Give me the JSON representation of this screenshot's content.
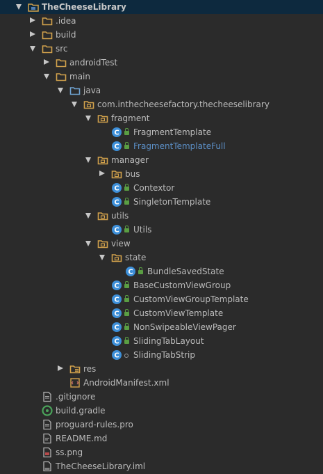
{
  "tree": {
    "rows": [
      {
        "label": "TheCheeseLibrary",
        "icon": "module-folder-icon",
        "arrow": "open",
        "level": 0,
        "bold": true,
        "selected": true
      },
      {
        "label": ".idea",
        "icon": "folder-icon",
        "arrow": "closed",
        "level": 1
      },
      {
        "label": "build",
        "icon": "folder-icon",
        "arrow": "closed",
        "level": 1
      },
      {
        "label": "src",
        "icon": "folder-icon",
        "arrow": "open",
        "level": 1
      },
      {
        "label": "androidTest",
        "icon": "folder-icon",
        "arrow": "closed",
        "level": 2
      },
      {
        "label": "main",
        "icon": "folder-icon",
        "arrow": "open",
        "level": 2
      },
      {
        "label": "java",
        "icon": "source-folder-icon",
        "arrow": "open",
        "level": 3
      },
      {
        "label": "com.inthecheesefactory.thecheeselibrary",
        "icon": "package-icon",
        "arrow": "open",
        "level": 4
      },
      {
        "label": "fragment",
        "icon": "package-icon",
        "arrow": "open",
        "level": 5
      },
      {
        "label": "FragmentTemplate",
        "icon": "class-icon",
        "badge": "lock",
        "level": 6
      },
      {
        "label": "FragmentTemplateFull",
        "icon": "class-icon",
        "badge": "lock",
        "level": 6,
        "link": true
      },
      {
        "label": "manager",
        "icon": "package-icon",
        "arrow": "open",
        "level": 5
      },
      {
        "label": "bus",
        "icon": "package-icon",
        "arrow": "closed",
        "level": 6
      },
      {
        "label": "Contextor",
        "icon": "class-icon",
        "badge": "lock",
        "level": 6
      },
      {
        "label": "SingletonTemplate",
        "icon": "class-icon",
        "badge": "lock",
        "level": 6
      },
      {
        "label": "utils",
        "icon": "package-icon",
        "arrow": "open",
        "level": 5
      },
      {
        "label": "Utils",
        "icon": "class-icon",
        "badge": "lock",
        "level": 6
      },
      {
        "label": "view",
        "icon": "package-icon",
        "arrow": "open",
        "level": 5
      },
      {
        "label": "state",
        "icon": "package-icon",
        "arrow": "open",
        "level": 6
      },
      {
        "label": "BundleSavedState",
        "icon": "class-icon",
        "badge": "lock",
        "level": 7
      },
      {
        "label": "BaseCustomViewGroup",
        "icon": "class-icon",
        "badge": "lock",
        "level": 6
      },
      {
        "label": "CustomViewGroupTemplate",
        "icon": "class-icon",
        "badge": "lock",
        "level": 6
      },
      {
        "label": "CustomViewTemplate",
        "icon": "class-icon",
        "badge": "lock",
        "level": 6
      },
      {
        "label": "NonSwipeableViewPager",
        "icon": "class-icon",
        "badge": "lock",
        "level": 6
      },
      {
        "label": "SlidingTabLayout",
        "icon": "class-icon",
        "badge": "lock",
        "level": 6
      },
      {
        "label": "SlidingTabStrip",
        "icon": "class-icon",
        "badge": "dot",
        "level": 6
      },
      {
        "label": "res",
        "icon": "resource-folder-icon",
        "arrow": "closed",
        "level": 3
      },
      {
        "label": "AndroidManifest.xml",
        "icon": "manifest-icon",
        "level": 3
      },
      {
        "label": ".gitignore",
        "icon": "file-icon",
        "level": 1
      },
      {
        "label": "build.gradle",
        "icon": "gradle-icon",
        "level": 1
      },
      {
        "label": "proguard-rules.pro",
        "icon": "file-icon",
        "level": 1
      },
      {
        "label": "README.md",
        "icon": "markdown-icon",
        "level": 1
      },
      {
        "label": "ss.png",
        "icon": "image-file-icon",
        "level": 1
      },
      {
        "label": "TheCheeseLibrary.iml",
        "icon": "iml-file-icon",
        "level": 1
      }
    ]
  },
  "colors": {
    "background": "#2b2b2b",
    "selection": "#0d293e",
    "text": "#bbbbbb",
    "link_text": "#5b8ec5",
    "folder": "#d2a24c",
    "package": "#d2a24c",
    "source_folder": "#6fa3d1",
    "class_circle": "#3d8fd8",
    "lock_badge": "#5a9e43",
    "gradle": "#4aa35a"
  }
}
